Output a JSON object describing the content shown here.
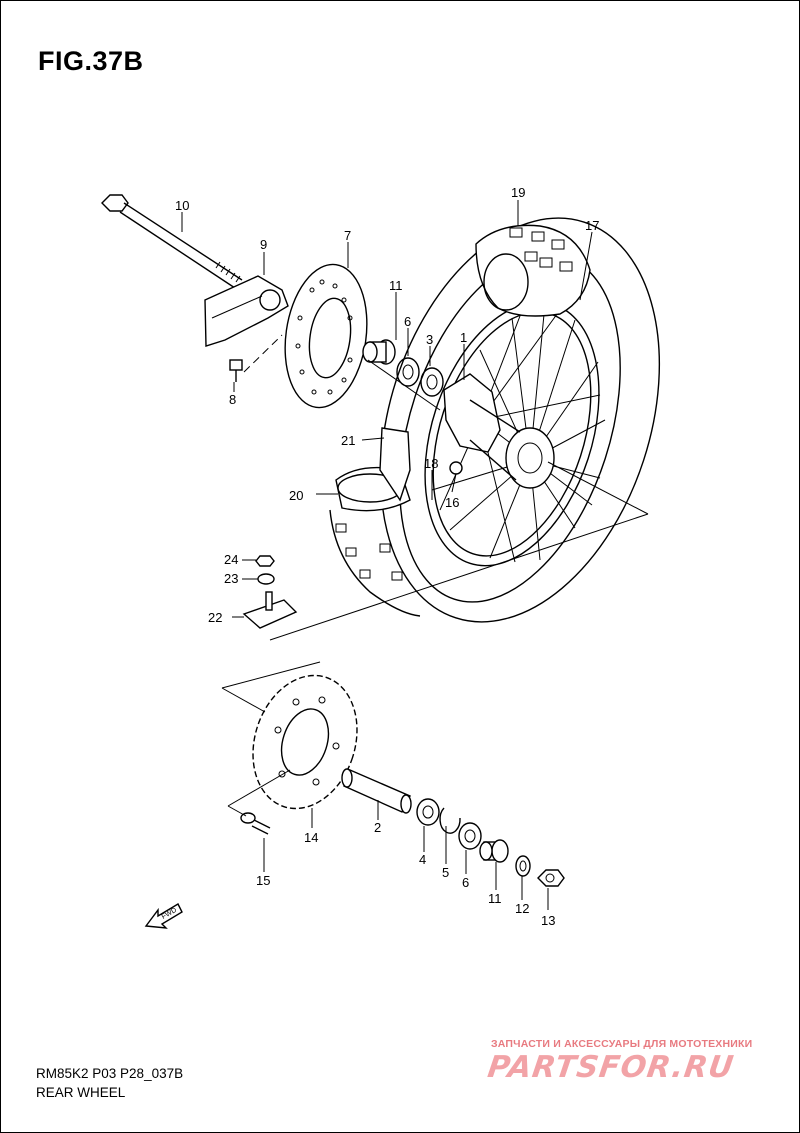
{
  "header": {
    "fig_title": "FIG.37B"
  },
  "footer": {
    "model_code": "RM85K2 P03 P28_037B",
    "diagram_name": "REAR WHEEL"
  },
  "watermark": {
    "tagline": "ЗАПЧАСТИ И АКСЕССУАРЫ ДЛЯ МОТОТЕХНИКИ",
    "logo_text": "PARTSFOR.RU",
    "color": "#e87a80"
  },
  "direction_icon": {
    "label": "FWD"
  },
  "callouts": {
    "c1": "1",
    "c2": "2",
    "c3": "3",
    "c4": "4",
    "c5": "5",
    "c6a": "6",
    "c6b": "6",
    "c7": "7",
    "c8": "8",
    "c9": "9",
    "c10": "10",
    "c11a": "11",
    "c11b": "11",
    "c12": "12",
    "c13": "13",
    "c14": "14",
    "c15": "15",
    "c16": "16",
    "c17": "17",
    "c18": "18",
    "c19": "19",
    "c20": "20",
    "c21": "21",
    "c22": "22",
    "c23": "23",
    "c24": "24"
  }
}
